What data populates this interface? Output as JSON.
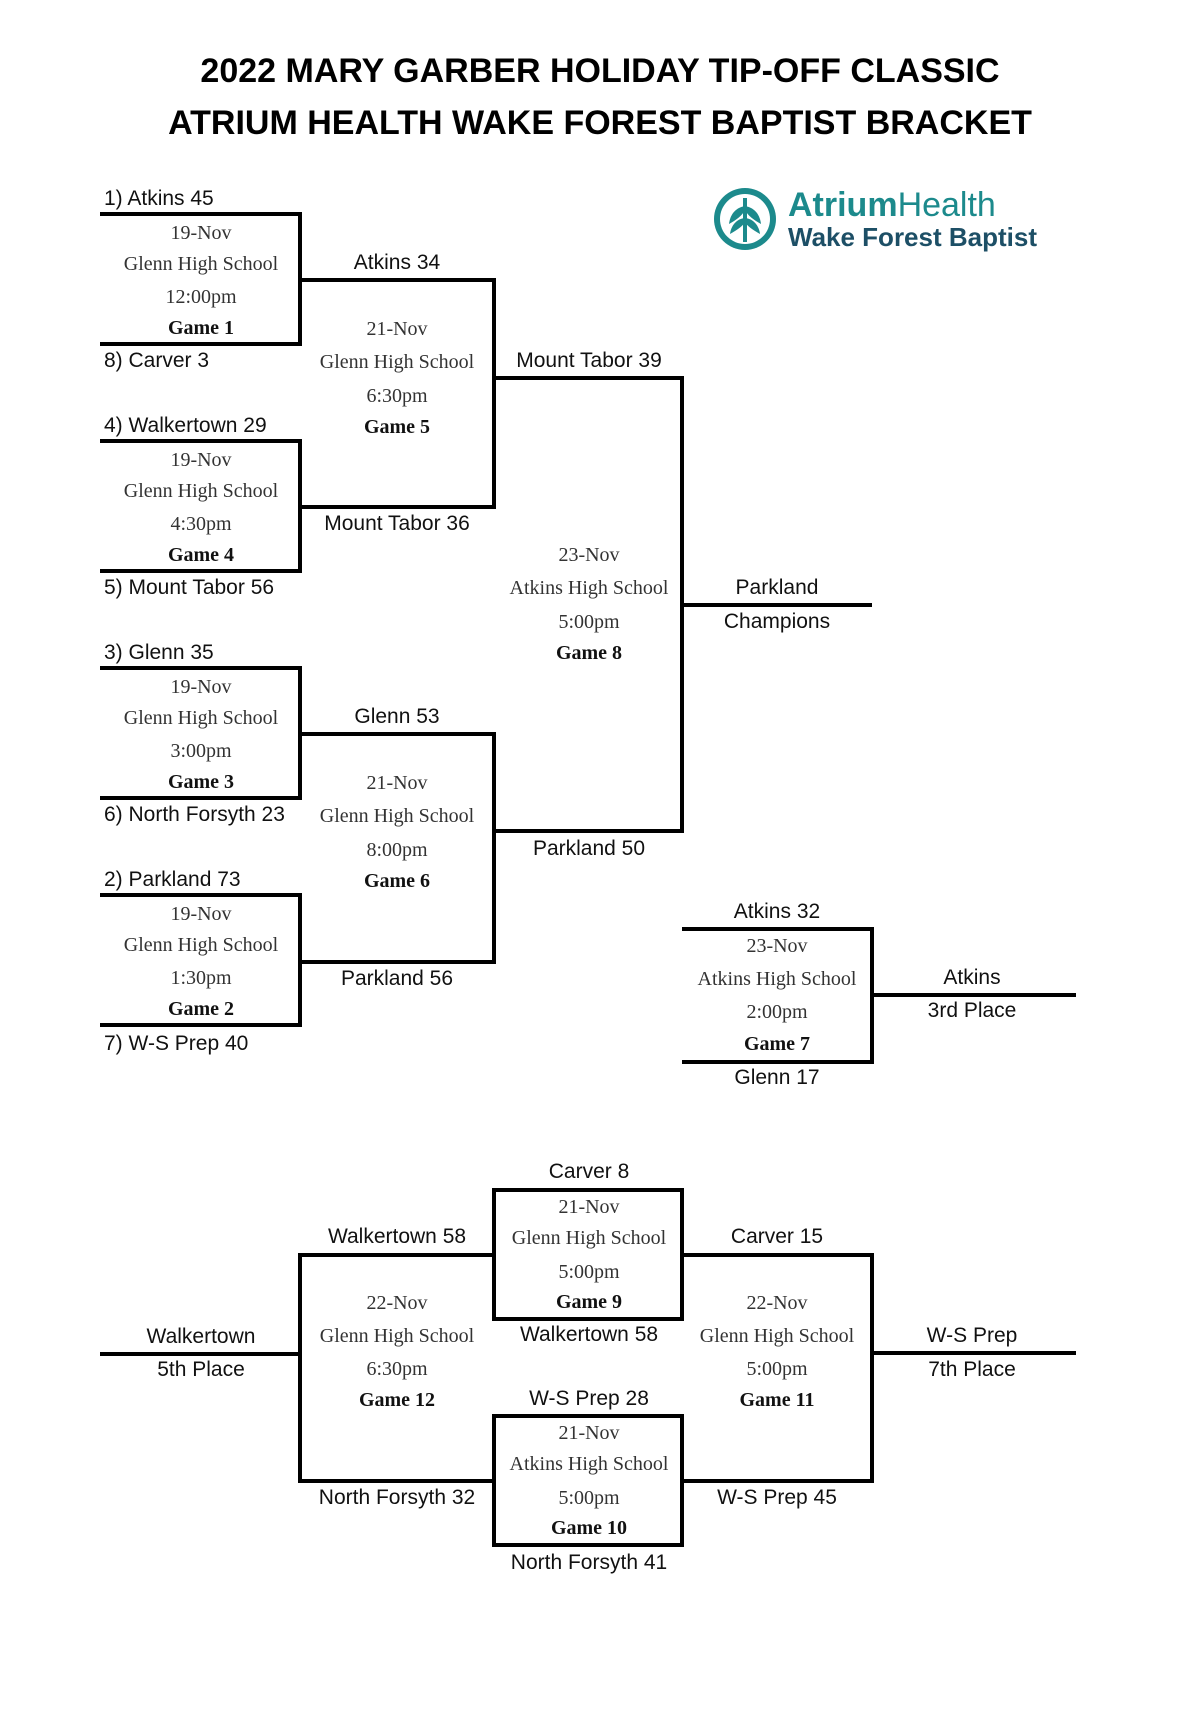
{
  "header": {
    "title_line1": "2022 MARY GARBER HOLIDAY TIP-OFF CLASSIC",
    "title_line2": "ATRIUM HEALTH WAKE FOREST BAPTIST BRACKET"
  },
  "logo": {
    "brand_bold": "Atrium",
    "brand_light": "Health",
    "subline": "Wake Forest Baptist",
    "icon": "atrium-health-leaf-icon",
    "teal": "#1c8a8c",
    "navy": "#1d4f66"
  },
  "round1": [
    {
      "top": "1)  Atkins  45",
      "bottom": "8)  Carver  3",
      "date": "19-Nov",
      "venue": "Glenn High School",
      "time": "12:00pm",
      "game": "Game 1"
    },
    {
      "top": "4)  Walkertown  29",
      "bottom": "5)  Mount Tabor  56",
      "date": "19-Nov",
      "venue": "Glenn High School",
      "time": "4:30pm",
      "game": "Game 4"
    },
    {
      "top": "3)  Glenn  35",
      "bottom": "6)  North Forsyth  23",
      "date": "19-Nov",
      "venue": "Glenn High School",
      "time": "3:00pm",
      "game": "Game 3"
    },
    {
      "top": "2)  Parkland  73",
      "bottom": "7)  W-S Prep  40",
      "date": "19-Nov",
      "venue": "Glenn High School",
      "time": "1:30pm",
      "game": "Game 2"
    }
  ],
  "semis": [
    {
      "top": "Atkins  34",
      "bottom": "Mount Tabor  36",
      "date": "21-Nov",
      "venue": "Glenn High School",
      "time": "6:30pm",
      "game": "Game 5"
    },
    {
      "top": "Glenn  53",
      "bottom": "Parkland  56",
      "date": "21-Nov",
      "venue": "Glenn High School",
      "time": "8:00pm",
      "game": "Game 6"
    }
  ],
  "final": {
    "top": "Mount Tabor  39",
    "bottom": "Parkland  50",
    "date": "23-Nov",
    "venue": "Atkins High School",
    "time": "5:00pm",
    "game": "Game 8",
    "winner": "Parkland",
    "label": "Champions"
  },
  "third_place": {
    "top": "Atkins  32",
    "bottom": "Glenn  17",
    "date": "23-Nov",
    "venue": "Atkins High School",
    "time": "2:00pm",
    "game": "Game 7",
    "winner": "Atkins",
    "label": "3rd Place"
  },
  "consolation": {
    "game9": {
      "top": "Carver  8",
      "bottom": "Walkertown  58",
      "date": "21-Nov",
      "venue": "Glenn High School",
      "time": "5:00pm",
      "game": "Game 9"
    },
    "game10": {
      "top": "W-S Prep  28",
      "bottom": "North Forsyth  41",
      "date": "21-Nov",
      "venue": "Atkins High School",
      "time": "5:00pm",
      "game": "Game 10"
    },
    "game12": {
      "top": "Walkertown  58",
      "bottom": "North Forsyth  32",
      "date": "22-Nov",
      "venue": "Glenn High School",
      "time": "6:30pm",
      "game": "Game 12",
      "winner": "Walkertown",
      "label": "5th Place"
    },
    "game11": {
      "top": "Carver  15",
      "bottom": "W-S Prep  45",
      "date": "22-Nov",
      "venue": "Glenn High School",
      "time": "5:00pm",
      "game": "Game 11",
      "winner": "W-S Prep",
      "label": "7th Place"
    }
  }
}
